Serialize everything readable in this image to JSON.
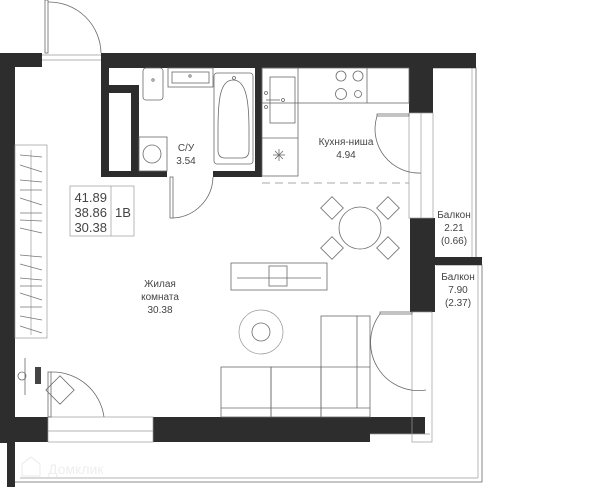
{
  "rooms": {
    "bathroom": {
      "name": "С/У",
      "area": "3.54"
    },
    "kitchen": {
      "name": "Кухня-ниша",
      "area": "4.94"
    },
    "living": {
      "name_line1": "Жилая",
      "name_line2": "комната",
      "area": "30.38"
    },
    "balcony1": {
      "name": "Балкон",
      "area": "2.21",
      "reduced": "(0.66)"
    },
    "balcony2": {
      "name": "Балкон",
      "area": "7.90",
      "reduced": "(2.37)"
    }
  },
  "summary": {
    "total": "41.89",
    "living_total": "38.86",
    "living": "30.38",
    "type": "1В"
  },
  "watermark": "Домклик",
  "colors": {
    "wall": "#2d2d2d",
    "line": "#6a6a6a"
  }
}
